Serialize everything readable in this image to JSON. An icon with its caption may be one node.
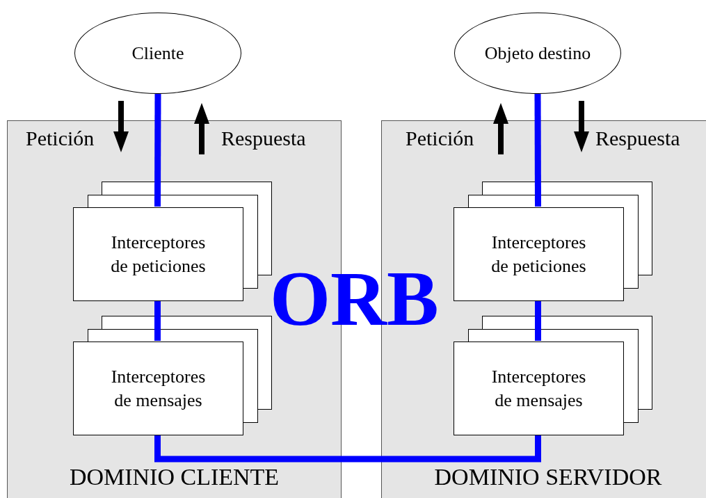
{
  "diagram": {
    "nodes": [
      {
        "text": [
          "Cliente"
        ]
      },
      {
        "text": [
          "Objeto destino"
        ]
      },
      {
        "text": [
          "DOMINIO CLIENTE"
        ]
      },
      {
        "text": [
          "Interceptores de peticiones"
        ],
        "in": 2
      },
      {
        "text": [
          "Interceptores de mensajes"
        ],
        "in": 2
      },
      {
        "text": [
          "DOMINIO SERVIDOR"
        ]
      },
      {
        "text": [
          "Interceptores de peticiones"
        ],
        "in": 5
      },
      {
        "text": [
          "Interceptores de mensajes"
        ],
        "in": 5
      }
    ],
    "edges": [
      {
        "from": 0,
        "to": 3,
        "arrow": "none"
      },
      {
        "from": 3,
        "to": 4,
        "arrow": "none"
      },
      {
        "from": 4,
        "to": 7,
        "arrow": "none"
      },
      {
        "from": 7,
        "to": 6,
        "arrow": "none"
      },
      {
        "from": 6,
        "to": 1,
        "arrow": "none"
      }
    ],
    "labels": [
      "Petición",
      "Respuesta",
      "ORB",
      "Petición",
      "Respuesta"
    ]
  }
}
